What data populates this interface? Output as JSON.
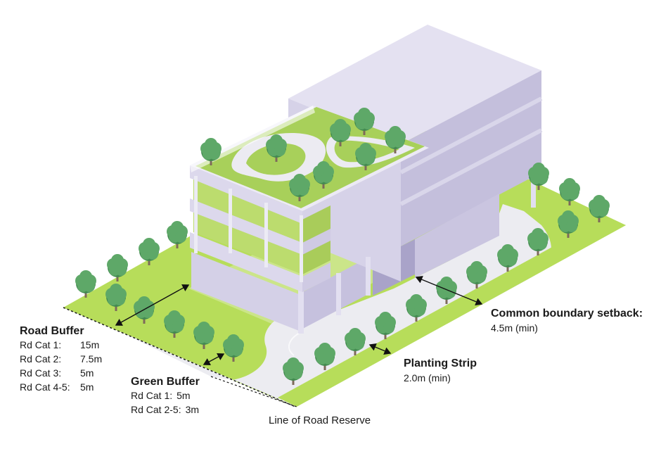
{
  "road_buffer": {
    "title": "Road Buffer",
    "rows": [
      {
        "cat": "Rd Cat 1:",
        "val": "15m"
      },
      {
        "cat": "Rd Cat 2:",
        "val": "7.5m"
      },
      {
        "cat": "Rd Cat 3:",
        "val": "5m"
      },
      {
        "cat": "Rd Cat 4-5:",
        "val": "5m"
      }
    ]
  },
  "green_buffer": {
    "title": "Green Buffer",
    "rows": [
      {
        "cat": "Rd Cat 1:",
        "val": "5m"
      },
      {
        "cat": "Rd Cat 2-5:",
        "val": "3m"
      }
    ]
  },
  "planting_strip": {
    "title": "Planting Strip",
    "value": "2.0m (min)"
  },
  "common_setback": {
    "title": "Common boundary setback:",
    "value": "4.5m (min)"
  },
  "road_reserve": {
    "label": "Line of Road Reserve"
  },
  "colors": {
    "grass": "#b7dd5a",
    "grass_light": "#d0e88e",
    "paving": "#ededf2",
    "building_top": "#e3e0f0",
    "building_left": "#d2cee6",
    "building_right": "#c2bddb",
    "glass": "#bcdc6e",
    "tree": "#5ea868",
    "tree_dark": "#438a50",
    "trunk": "#7e6a5a",
    "arrow": "#111111"
  }
}
